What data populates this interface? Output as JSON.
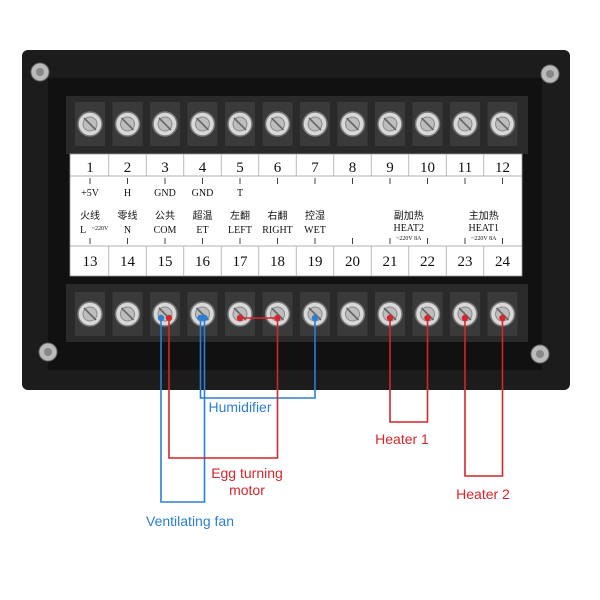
{
  "terminals_top": [
    {
      "num": "1",
      "label": [
        "+5V"
      ]
    },
    {
      "num": "2",
      "label": [
        "H"
      ]
    },
    {
      "num": "3",
      "label": [
        "GND"
      ]
    },
    {
      "num": "4",
      "label": [
        "GND"
      ]
    },
    {
      "num": "5",
      "label": [
        "T"
      ]
    },
    {
      "num": "6",
      "label": []
    },
    {
      "num": "7",
      "label": []
    },
    {
      "num": "8",
      "label": []
    },
    {
      "num": "9",
      "label": []
    },
    {
      "num": "10",
      "label": []
    },
    {
      "num": "11",
      "label": []
    },
    {
      "num": "12",
      "label": []
    }
  ],
  "terminals_bottom": [
    {
      "num": "13",
      "label": [
        "火线",
        "L ~220V"
      ]
    },
    {
      "num": "14",
      "label": [
        "零线",
        "N"
      ]
    },
    {
      "num": "15",
      "label": [
        "公共",
        "COM"
      ]
    },
    {
      "num": "16",
      "label": [
        "超温",
        "ET"
      ]
    },
    {
      "num": "17",
      "label": [
        "左翻",
        "LEFT"
      ]
    },
    {
      "num": "18",
      "label": [
        "右翻",
        "RIGHT"
      ]
    },
    {
      "num": "19",
      "label": [
        "控湿",
        "WET"
      ]
    },
    {
      "num": "20",
      "label": []
    },
    {
      "num": "21",
      "label": []
    },
    {
      "num": "22",
      "label": []
    },
    {
      "num": "23",
      "label": []
    },
    {
      "num": "24",
      "label": []
    }
  ],
  "group_labels": {
    "heat2": [
      "副加热",
      "HEAT2",
      "~220V 8A"
    ],
    "heat1": [
      "主加热",
      "HEAT1",
      "~220V 8A"
    ]
  },
  "callouts": {
    "humidifier": "Humidifier",
    "heater1": "Heater 1",
    "egg_turning": [
      "Egg turning",
      "motor"
    ],
    "heater2": "Heater 2",
    "ventilating_fan": "Ventilating fan"
  },
  "colors": {
    "housing": "#1c1c1c",
    "terminal_block": "#2a2a2a",
    "label_strip": "#ffffff",
    "blue_wire": "#2b7fd4",
    "red_wire": "#d4262c"
  }
}
